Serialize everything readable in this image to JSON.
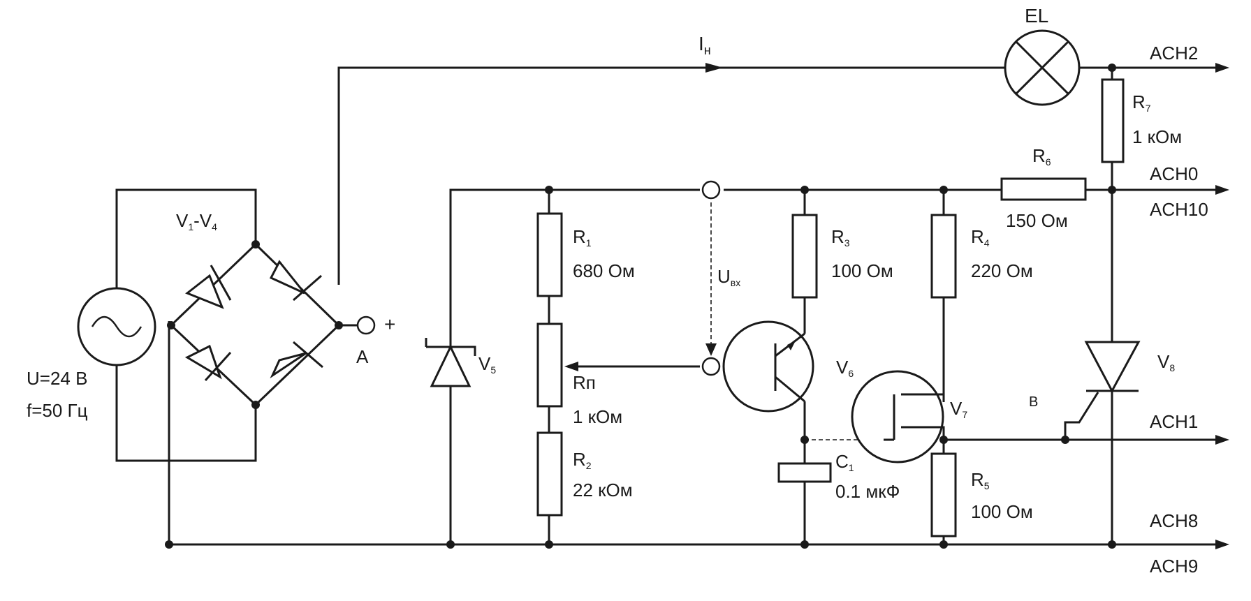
{
  "labels": {
    "current": "I",
    "current_sub": "н",
    "lamp": "EL",
    "ach2": "ACH2",
    "ach0": "ACH0",
    "ach10": "ACH10",
    "ach1": "ACH1",
    "ach8": "ACH8",
    "ach9": "ACH9",
    "bridge": "V",
    "bridge_sub1": "1",
    "bridge_dash": "-V",
    "bridge_sub2": "4",
    "source_u": "U=24 В",
    "source_f": "f=50 Гц",
    "node_a": "A",
    "node_plus": "+",
    "node_b": "B",
    "zener": "V",
    "zener_sub": "5",
    "uin": "U",
    "uin_sub": "вх",
    "r1": "R",
    "r1_sub": "1",
    "r1_val": "680 Ом",
    "rp": "Rп",
    "rp_val": "1 кОм",
    "r2": "R",
    "r2_sub": "2",
    "r2_val": "22 кОм",
    "r3": "R",
    "r3_sub": "3",
    "r3_val": "100 Ом",
    "r4": "R",
    "r4_sub": "4",
    "r4_val": "220 Ом",
    "r5": "R",
    "r5_sub": "5",
    "r5_val": "100 Ом",
    "r6": "R",
    "r6_sub": "6",
    "r6_val": "150 Ом",
    "r7": "R",
    "r7_sub": "7",
    "r7_val": "1 кОм",
    "v6": "V",
    "v6_sub": "6",
    "v7": "V",
    "v7_sub": "7",
    "v8": "V",
    "v8_sub": "8",
    "c1": "C",
    "c1_sub": "1",
    "c1_val": "0.1 мкФ"
  },
  "colors": {
    "ink": "#1a1a1a",
    "background": "#ffffff"
  }
}
